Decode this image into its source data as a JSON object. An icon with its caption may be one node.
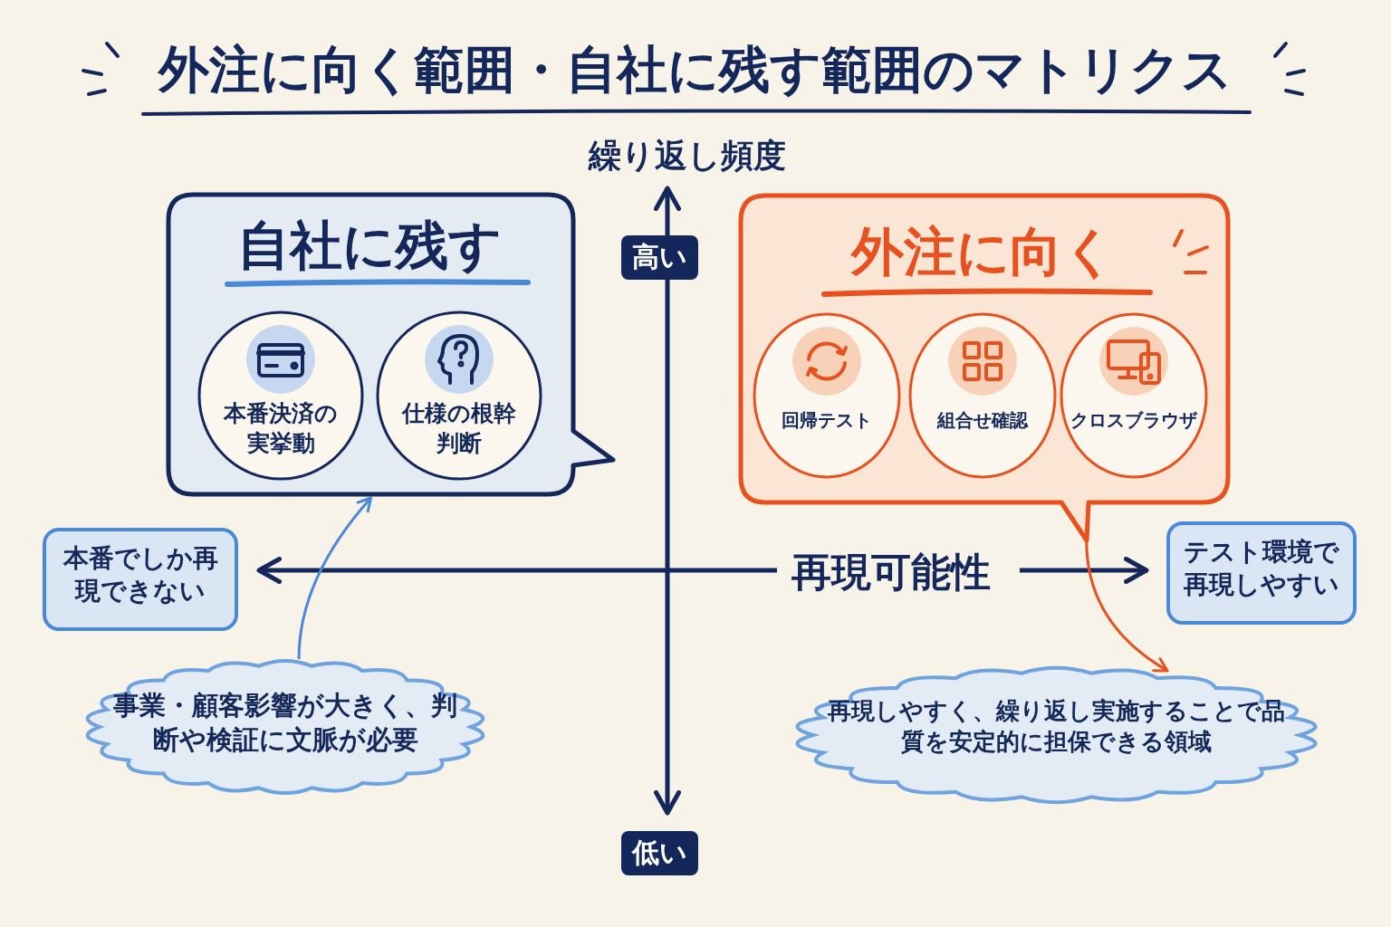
{
  "diagram": {
    "title": "外注に向く範囲・自社に残す範囲のマトリクス",
    "nodes": [
      {
        "text": [
          "自社に残す"
        ]
      },
      {
        "text": [
          "本番決済の実挙動"
        ],
        "in": 0
      },
      {
        "text": [
          "仕様の根幹判断"
        ],
        "in": 0
      },
      {
        "text": [
          "外注に向く"
        ]
      },
      {
        "text": [
          "回帰テスト"
        ],
        "in": 3
      },
      {
        "text": [
          "組合せ確認"
        ],
        "in": 3
      },
      {
        "text": [
          "クロスブラウザ"
        ],
        "in": 3
      },
      {
        "text": [
          "本番でしか再現できない"
        ]
      },
      {
        "text": [
          "テスト環境で再現しやすい"
        ]
      },
      {
        "text": [
          "事業・顧客影響が大きく、判断や検証に文脈が必要"
        ]
      },
      {
        "text": [
          "再現しやすく、繰り返し実施することで品質を安定的に担保できる領域"
        ]
      }
    ],
    "edges": [
      {
        "from": 9,
        "to": 0,
        "arrow": "to",
        "color": "#4a88d8"
      },
      {
        "from": 3,
        "to": 10,
        "arrow": "to",
        "color": "#e8501e"
      }
    ],
    "labels": [
      "繰り返し頻度",
      "高い",
      "低い",
      "再現可能性"
    ]
  }
}
